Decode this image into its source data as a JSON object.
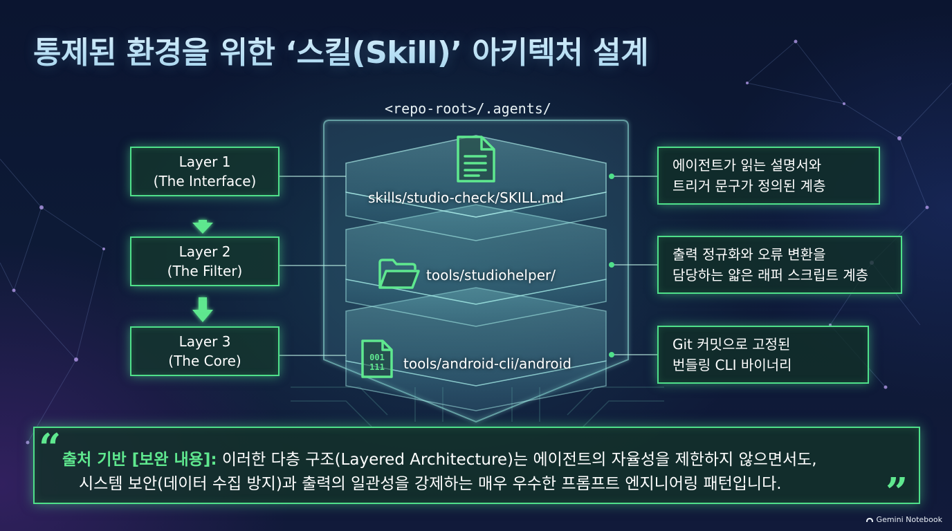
{
  "title": "통제된 환경을 위한 ‘스킬(Skill)’ 아키텍처 설계",
  "repo_root": "<repo-root>/.agents/",
  "layers": [
    {
      "name": "Layer 1",
      "role": "(The Interface)"
    },
    {
      "name": "Layer 2",
      "role": "(The Filter)"
    },
    {
      "name": "Layer 3",
      "role": "(The Core)"
    }
  ],
  "paths": [
    {
      "label": "skills/studio-check/SKILL.md",
      "icon": "document-icon"
    },
    {
      "label": "tools/studiohelper/",
      "icon": "folder-icon"
    },
    {
      "label": "tools/android-cli/android",
      "icon": "binary-file-icon",
      "icon_text_1": "001",
      "icon_text_2": "111"
    }
  ],
  "descriptions": [
    {
      "line1": "에이전트가 읽는 설명서와",
      "line2": "트리거 문구가 정의된 계층"
    },
    {
      "line1": "출력 정규화와 오류 변환을",
      "line2": "담당하는 얇은 래퍼 스크립트 계층"
    },
    {
      "line1": "Git 커밋으로 고정된",
      "line2": "번들링 CLI 바이너리"
    }
  ],
  "quote": {
    "open_mark": "“",
    "accent": "출처 기반 [보완 내용]:",
    "line1_rest": " 이러한 다층 구조(Layered Architecture)는 에이전트의 자율성을 제한하지 않으면서도,",
    "line2": "시스템 보안(데이터 수집 방지)과 출력의 일관성을 강제하는 매우 우수한 프롬프트 엔지니어링 패턴입니다.",
    "close_mark": "”"
  },
  "brand": "Gemini Notebook",
  "colors": {
    "accent": "#4fe08a",
    "title": "#cfeaf6",
    "background": "#0d1a36"
  }
}
